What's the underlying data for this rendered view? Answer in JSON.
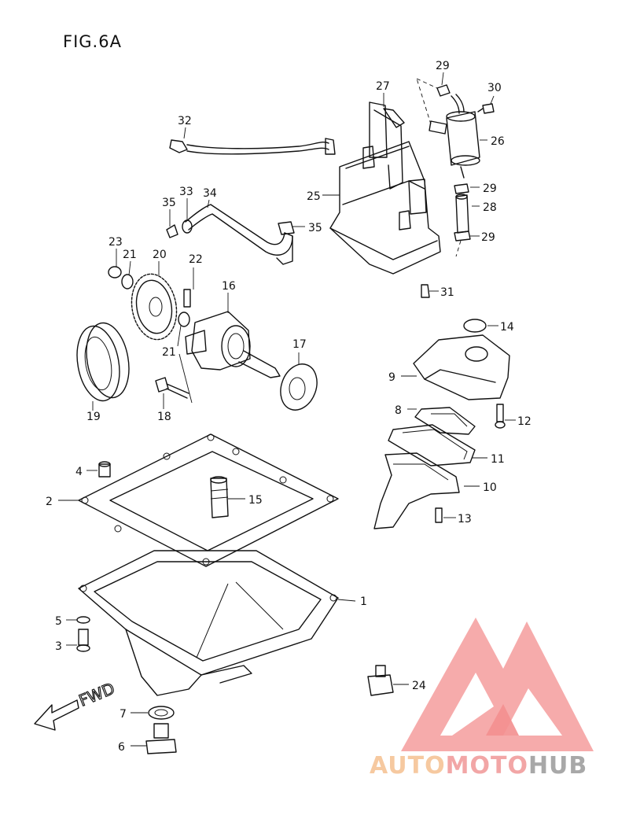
{
  "figure": {
    "title": "FIG.6A",
    "direction_label": "FWD"
  },
  "callouts": [
    {
      "id": "c1",
      "text": "1"
    },
    {
      "id": "c2",
      "text": "2"
    },
    {
      "id": "c3",
      "text": "3"
    },
    {
      "id": "c4",
      "text": "4"
    },
    {
      "id": "c5",
      "text": "5"
    },
    {
      "id": "c6",
      "text": "6"
    },
    {
      "id": "c7",
      "text": "7"
    },
    {
      "id": "c8",
      "text": "8"
    },
    {
      "id": "c9",
      "text": "9"
    },
    {
      "id": "c10",
      "text": "10"
    },
    {
      "id": "c11",
      "text": "11"
    },
    {
      "id": "c12",
      "text": "12"
    },
    {
      "id": "c13",
      "text": "13"
    },
    {
      "id": "c14",
      "text": "14"
    },
    {
      "id": "c15",
      "text": "15"
    },
    {
      "id": "c16",
      "text": "16"
    },
    {
      "id": "c17",
      "text": "17"
    },
    {
      "id": "c18",
      "text": "18"
    },
    {
      "id": "c19",
      "text": "19"
    },
    {
      "id": "c20",
      "text": "20"
    },
    {
      "id": "c21a",
      "text": "21"
    },
    {
      "id": "c21b",
      "text": "21"
    },
    {
      "id": "c22",
      "text": "22"
    },
    {
      "id": "c23",
      "text": "23"
    },
    {
      "id": "c24",
      "text": "24"
    },
    {
      "id": "c25",
      "text": "25"
    },
    {
      "id": "c26",
      "text": "26"
    },
    {
      "id": "c27",
      "text": "27"
    },
    {
      "id": "c28",
      "text": "28"
    },
    {
      "id": "c29a",
      "text": "29"
    },
    {
      "id": "c29b",
      "text": "29"
    },
    {
      "id": "c29c",
      "text": "29"
    },
    {
      "id": "c30",
      "text": "30"
    },
    {
      "id": "c31",
      "text": "31"
    },
    {
      "id": "c32",
      "text": "32"
    },
    {
      "id": "c33",
      "text": "33"
    },
    {
      "id": "c34",
      "text": "34"
    },
    {
      "id": "c35a",
      "text": "35"
    },
    {
      "id": "c35b",
      "text": "35"
    }
  ],
  "watermark": {
    "word_part1": "AUTO",
    "word_part2": "MOTO",
    "word_part3": "HUB",
    "color_part1": "#f6c9a0",
    "color_part2": "#f2a6a6",
    "color_part3": "#a8a8a8",
    "logo_color": "#f27c7c"
  },
  "colors": {
    "line": "#111111",
    "background": "#ffffff"
  }
}
